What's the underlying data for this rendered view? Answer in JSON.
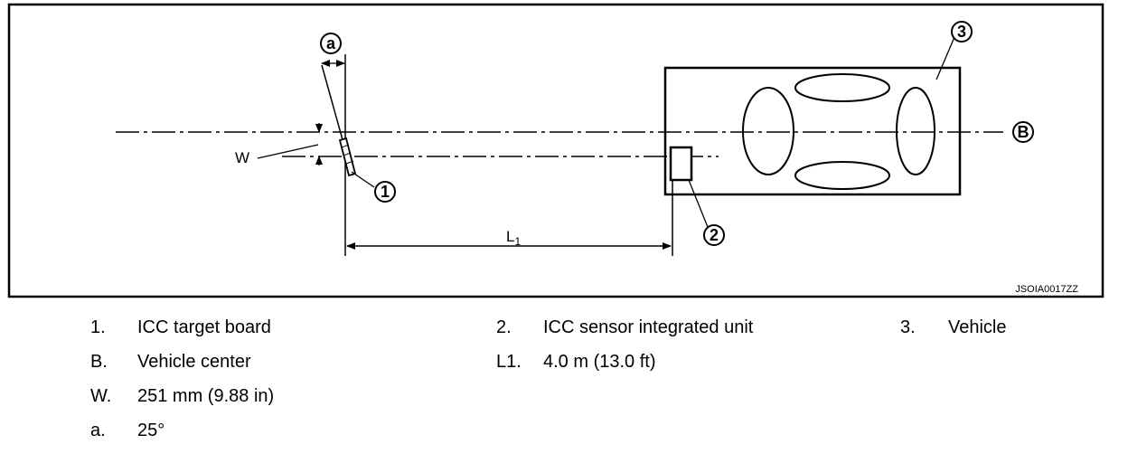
{
  "figure_id": "JSOIA0017ZZ",
  "callouts": {
    "one": "1",
    "two": "2",
    "three": "3",
    "b": "B",
    "a": "a"
  },
  "labels": {
    "w": "W",
    "l1_main": "L",
    "l1_sub": "1"
  },
  "legend": [
    {
      "key": "1.",
      "text": "ICC target board"
    },
    {
      "key": "2.",
      "text": "ICC sensor integrated unit"
    },
    {
      "key": "3.",
      "text": "Vehicle"
    },
    {
      "key": "B.",
      "text": "Vehicle center"
    },
    {
      "key": "L1.",
      "text": "4.0 m (13.0 ft)"
    },
    {
      "key": "W.",
      "text": "251 mm (9.88 in)"
    },
    {
      "key": "a.",
      "text": "25°"
    }
  ]
}
